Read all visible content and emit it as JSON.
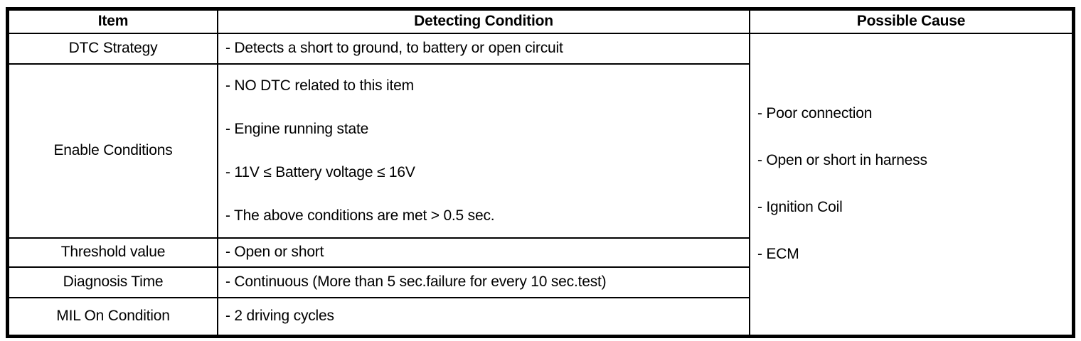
{
  "table": {
    "header": {
      "item": "Item",
      "detecting_condition": "Detecting Condition",
      "possible_cause": "Possible Cause"
    },
    "rows": {
      "dtc_strategy": {
        "label": "DTC Strategy",
        "condition": "- Detects a short to ground, to battery or open circuit"
      },
      "enable_conditions": {
        "label": "Enable Conditions",
        "lines": [
          "- NO DTC related to this item",
          "- Engine running state",
          "- 11V ≤ Battery voltage ≤ 16V",
          "- The above conditions are met > 0.5 sec."
        ]
      },
      "threshold_value": {
        "label": "Threshold value",
        "condition": "- Open or short"
      },
      "diagnosis_time": {
        "label": "Diagnosis Time",
        "condition": "- Continuous (More than 5 sec.failure for every 10 sec.test)"
      },
      "mil_on_condition": {
        "label": "MIL On Condition",
        "condition": "- 2 driving cycles"
      }
    },
    "possible_causes": [
      "- Poor connection",
      "- Open or short in harness",
      "- Ignition Coil",
      "- ECM"
    ],
    "colors": {
      "border": "#000000",
      "background": "#ffffff",
      "text": "#000000"
    }
  }
}
